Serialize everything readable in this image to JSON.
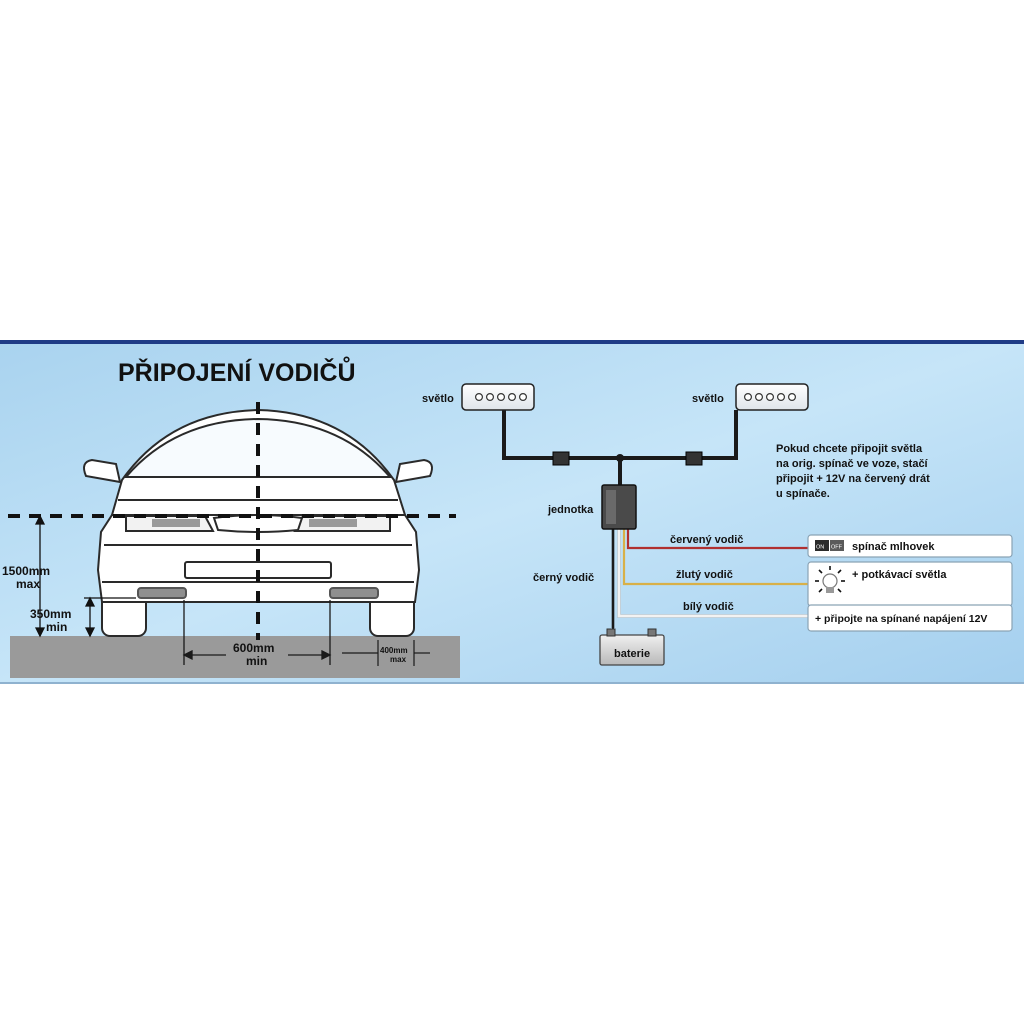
{
  "title": "PŘIPOJENÍ VODIČŮ",
  "dimensions": {
    "height_max_value": "1500mm",
    "height_max_qualifier": "max",
    "height_min_value": "350mm",
    "height_min_qualifier": "min",
    "spacing_min_value": "600mm",
    "spacing_min_qualifier": "min",
    "edge_max_value": "400mm",
    "edge_max_qualifier": "max"
  },
  "components": {
    "light_left": "světlo",
    "light_right": "světlo",
    "unit": "jednotka",
    "battery": "baterie"
  },
  "wires": {
    "red": "červený vodič",
    "yellow": "žlutý vodič",
    "white": "bílý vodič",
    "black": "černý vodič"
  },
  "targets": {
    "fog_switch": "spínač mlhovek",
    "low_beam": "+ potkávací světla",
    "switched_12v": "+ připojte na spínané napájení 12V",
    "switch_on": "ON",
    "switch_off": "OFF"
  },
  "note_lines": [
    "Pokud chcete připojit světla",
    "na orig. spínač ve voze, stačí",
    "připojit + 12V na červený drát",
    "u spínače."
  ],
  "colors": {
    "red_wire": "#b03030",
    "yellow_wire": "#d8b048",
    "white_wire": "#f2f2f2",
    "black_wire": "#1a1a1a",
    "road": "#9a9a9a"
  }
}
